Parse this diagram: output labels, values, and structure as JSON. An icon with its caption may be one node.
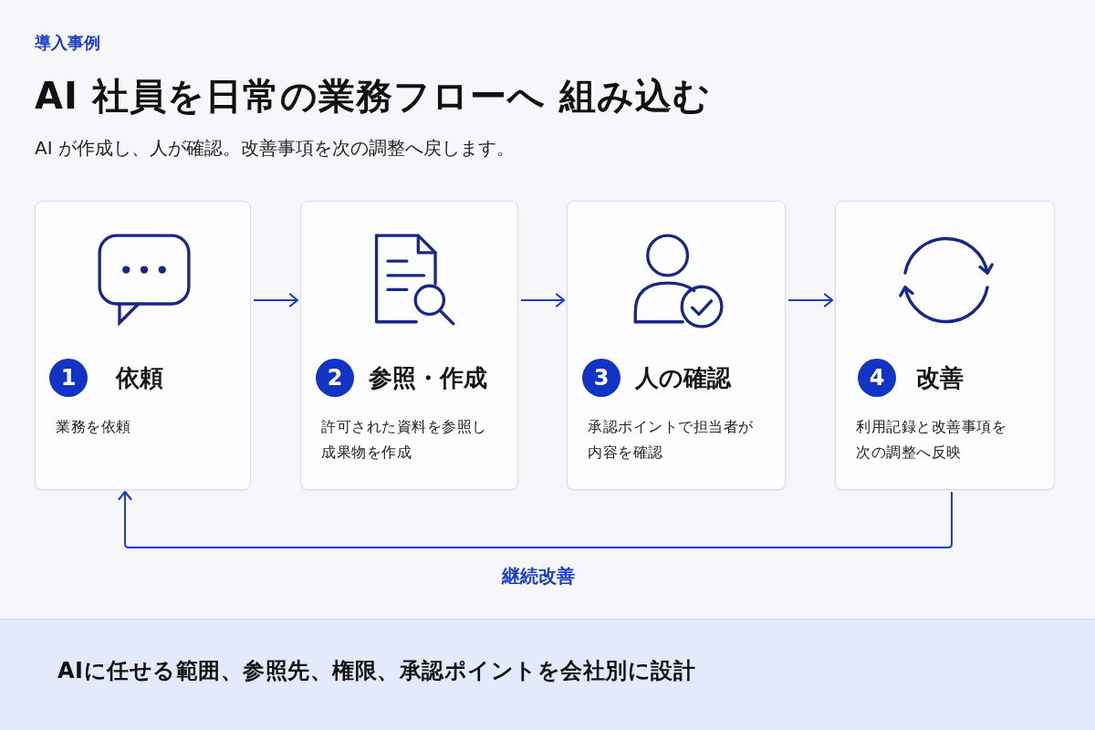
{
  "diagram": {
    "title": "AI 社員を日常の業務フローへ 組み込む",
    "nodes": [
      {
        "text": [
          "1",
          "依頼",
          "業務を依頼"
        ]
      },
      {
        "text": [
          "2",
          "参照・作成",
          "許可された資料を参照し成果物を作成"
        ]
      },
      {
        "text": [
          "3",
          "人の確認",
          "承認ポイントで担当者が内容を確認"
        ]
      },
      {
        "text": [
          "4",
          "改善",
          "利用記録と改善事項を次の調整へ反映"
        ]
      },
      {
        "text": [
          "AIに任せる範囲、参照先、権限、承認ポイントを会社別に設計"
        ]
      }
    ],
    "edges": [
      {
        "from": 0,
        "to": 1,
        "arrow": "to"
      },
      {
        "from": 1,
        "to": 2,
        "arrow": "to"
      },
      {
        "from": 2,
        "to": 3,
        "arrow": "to"
      },
      {
        "from": 3,
        "to": 0,
        "arrow": "to",
        "label": "継続改善"
      }
    ],
    "labels": [
      "導入事例",
      "AI が作成し、人が確認。改善事項を次の調整へ戻します。"
    ]
  }
}
